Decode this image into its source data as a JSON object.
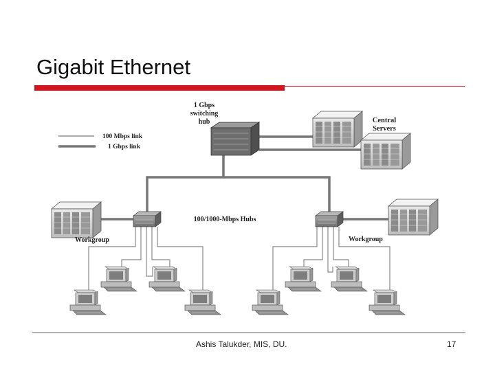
{
  "slide": {
    "title": "Gigabit Ethernet",
    "footer_author": "Ashis Talukder, MIS, DU.",
    "page_number": "17"
  },
  "diagram": {
    "switch_label_lines": [
      "1 Gbps",
      "switching",
      "hub"
    ],
    "servers_label_lines": [
      "Central",
      "Servers"
    ],
    "legend": [
      {
        "label": "100 Mbps link",
        "style": "thin"
      },
      {
        "label": "1 Gbps link",
        "style": "thick"
      }
    ],
    "hubs_label": "100/1000-Mbps Hubs",
    "workgroup_left": "Workgroup",
    "workgroup_right": "Workgroup"
  }
}
